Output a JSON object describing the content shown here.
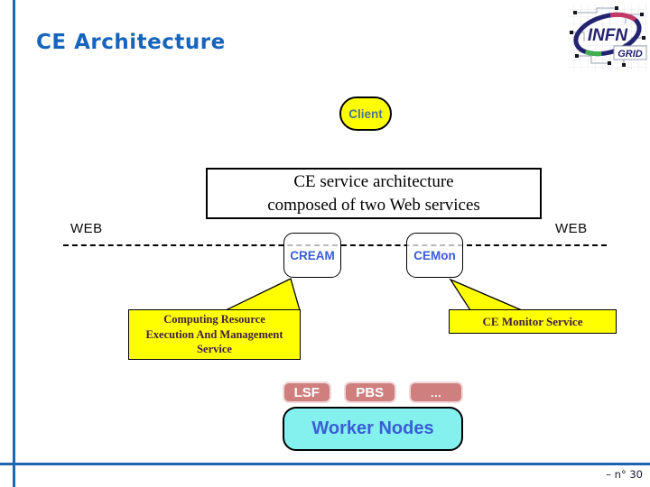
{
  "slide": {
    "title": "CE Architecture",
    "page_number": "– n° 30"
  },
  "logo": {
    "org": "INFN",
    "sub": "GRID"
  },
  "diagram": {
    "client_label": "Client",
    "description_line1": "CE service architecture",
    "description_line2": "composed of two Web services",
    "web_left": "WEB",
    "web_right": "WEB",
    "cream_label": "CREAM",
    "cemon_label": "CEMon",
    "cream_callout_line1": "Computing Resource",
    "cream_callout_line2": "Execution And Management",
    "cream_callout_line3": "Service",
    "cemon_callout": "CE Monitor Service",
    "batch_systems": [
      "LSF",
      "PBS",
      "…"
    ],
    "worker_nodes_label": "Worker Nodes"
  },
  "colors": {
    "accent_blue_lines": "#1D65AD",
    "title_blue": "#1565BD",
    "bubble_yellow": "#FFFF00",
    "service_text_blue": "#3A5CD6",
    "client_text": "#4E7590",
    "callout_text": "#3F1D46",
    "batch_fill": "#CE7F7E",
    "batch_border": "#EFD8D8",
    "worker_fill": "#85F1EF",
    "logo_navy": "#232370",
    "logo_red": "#C43A66",
    "logo_green": "#3FAF4F"
  }
}
